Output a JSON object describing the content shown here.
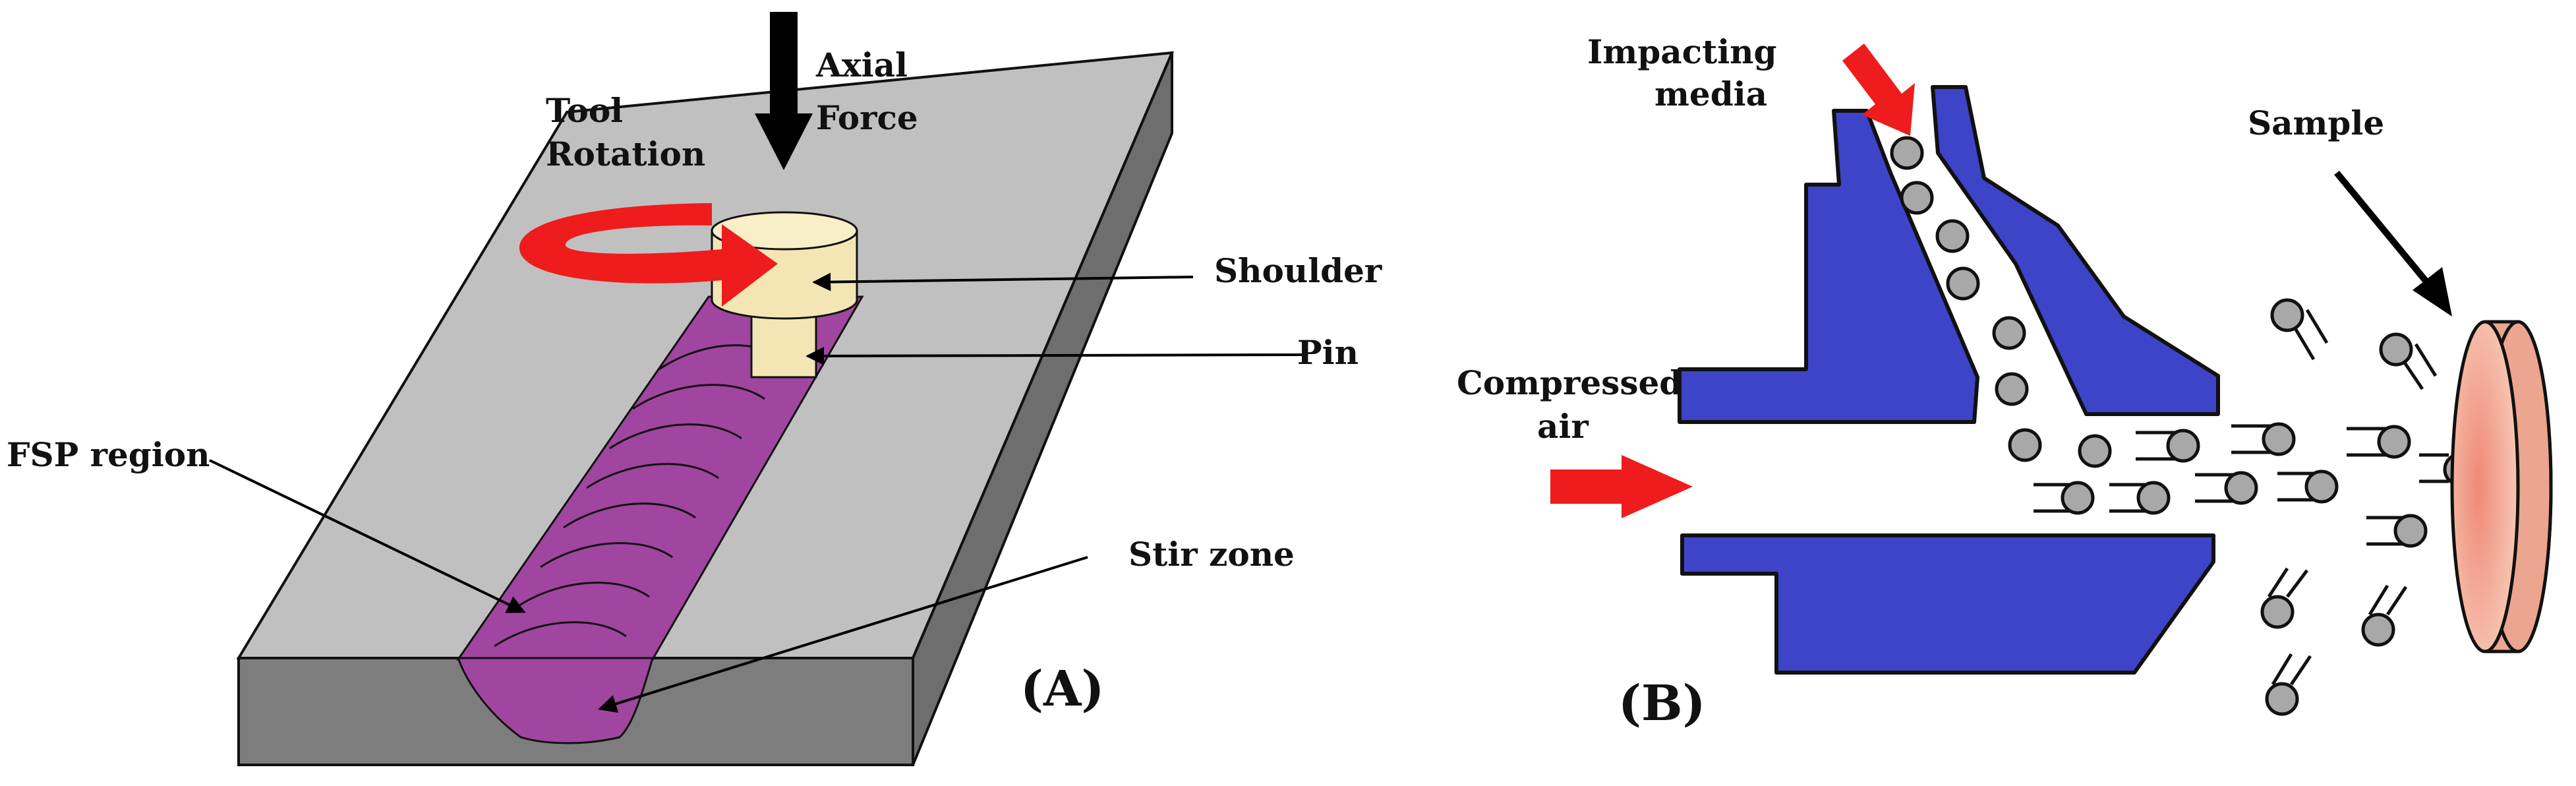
{
  "panel_a": {
    "caption": "(A)",
    "labels": {
      "axial_1": "Axial",
      "axial_2": "Force",
      "tool_1": "Tool",
      "tool_2": "Rotation",
      "shoulder": "Shoulder",
      "pin": "Pin",
      "fsp": "FSP region",
      "stir": "Stir zone"
    },
    "colors": {
      "plate_top": "#c0c0c0",
      "plate_side": "#6e6e6e",
      "plate_front": "#7d7d7d",
      "stir_zone": "#a046a0",
      "tool": "#f4e6b4",
      "rotation_arrow": "#ee1c1c",
      "force_arrow": "#000000"
    }
  },
  "panel_b": {
    "caption": "(B)",
    "labels": {
      "media_1": "Impacting",
      "media_2": "media",
      "sample": "Sample",
      "air_1": "Compressed",
      "air_2": "air"
    },
    "colors": {
      "nozzle": "#3e44c8",
      "particle": "#a8a8a8",
      "sample": "#f2a28c",
      "air_arrow": "#ee1c1c"
    }
  }
}
